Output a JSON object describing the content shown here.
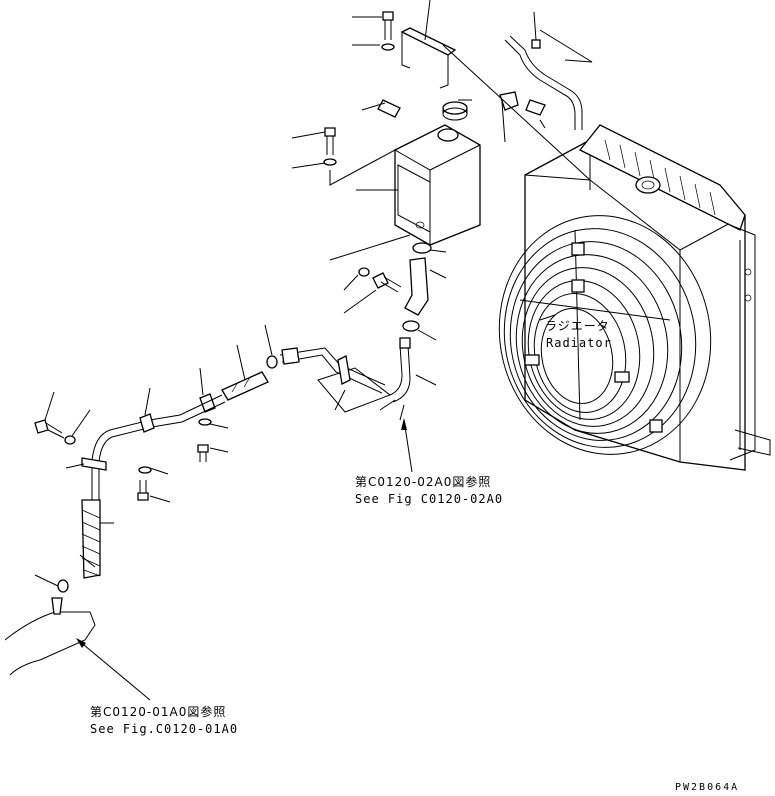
{
  "radiator_label": {
    "jp": "ラジエータ",
    "en": "Radiator"
  },
  "refs": [
    {
      "jp": "第C0120-02A0図参照",
      "en": "See Fig C0120-02A0"
    },
    {
      "jp": "第C0120-01A0図参照",
      "en": "See Fig.C0120-01A0"
    }
  ],
  "drawing_code": "PW2B064A"
}
